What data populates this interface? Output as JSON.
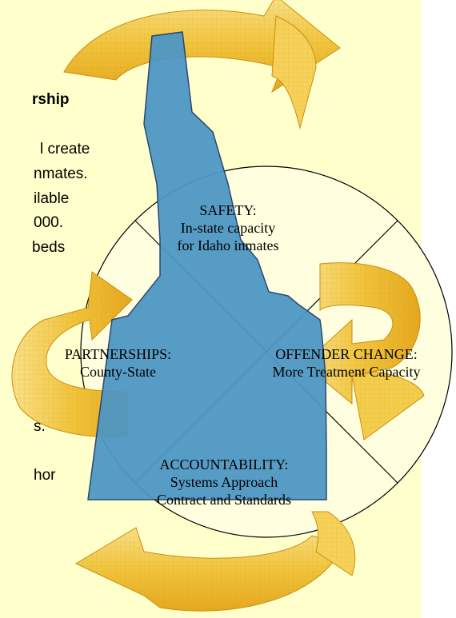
{
  "colors": {
    "background": "#ffffcc",
    "idaho_fill": "#4f97c4",
    "idaho_stroke": "#1f3f6a",
    "arrow_gold": "#f0c43c",
    "arrow_light": "#fbe9a8",
    "circle_fill": "#ffffe0"
  },
  "left_text": {
    "heading_fragment": "rship",
    "lines": [
      "l create",
      "nmates.",
      "ilable",
      "000.",
      "beds",
      "s.",
      "hor"
    ]
  },
  "segments": {
    "top": {
      "title": "SAFETY:",
      "line1": "In-state capacity",
      "line2": "for Idaho inmates"
    },
    "left": {
      "title": "PARTNERSHIPS:",
      "line1": "County-State"
    },
    "right": {
      "title": "OFFENDER CHANGE:",
      "line1": "More Treatment Capacity"
    },
    "bottom": {
      "title": "ACCOUNTABILITY:",
      "line1": "Systems Approach",
      "line2": "Contract and Standards"
    }
  }
}
